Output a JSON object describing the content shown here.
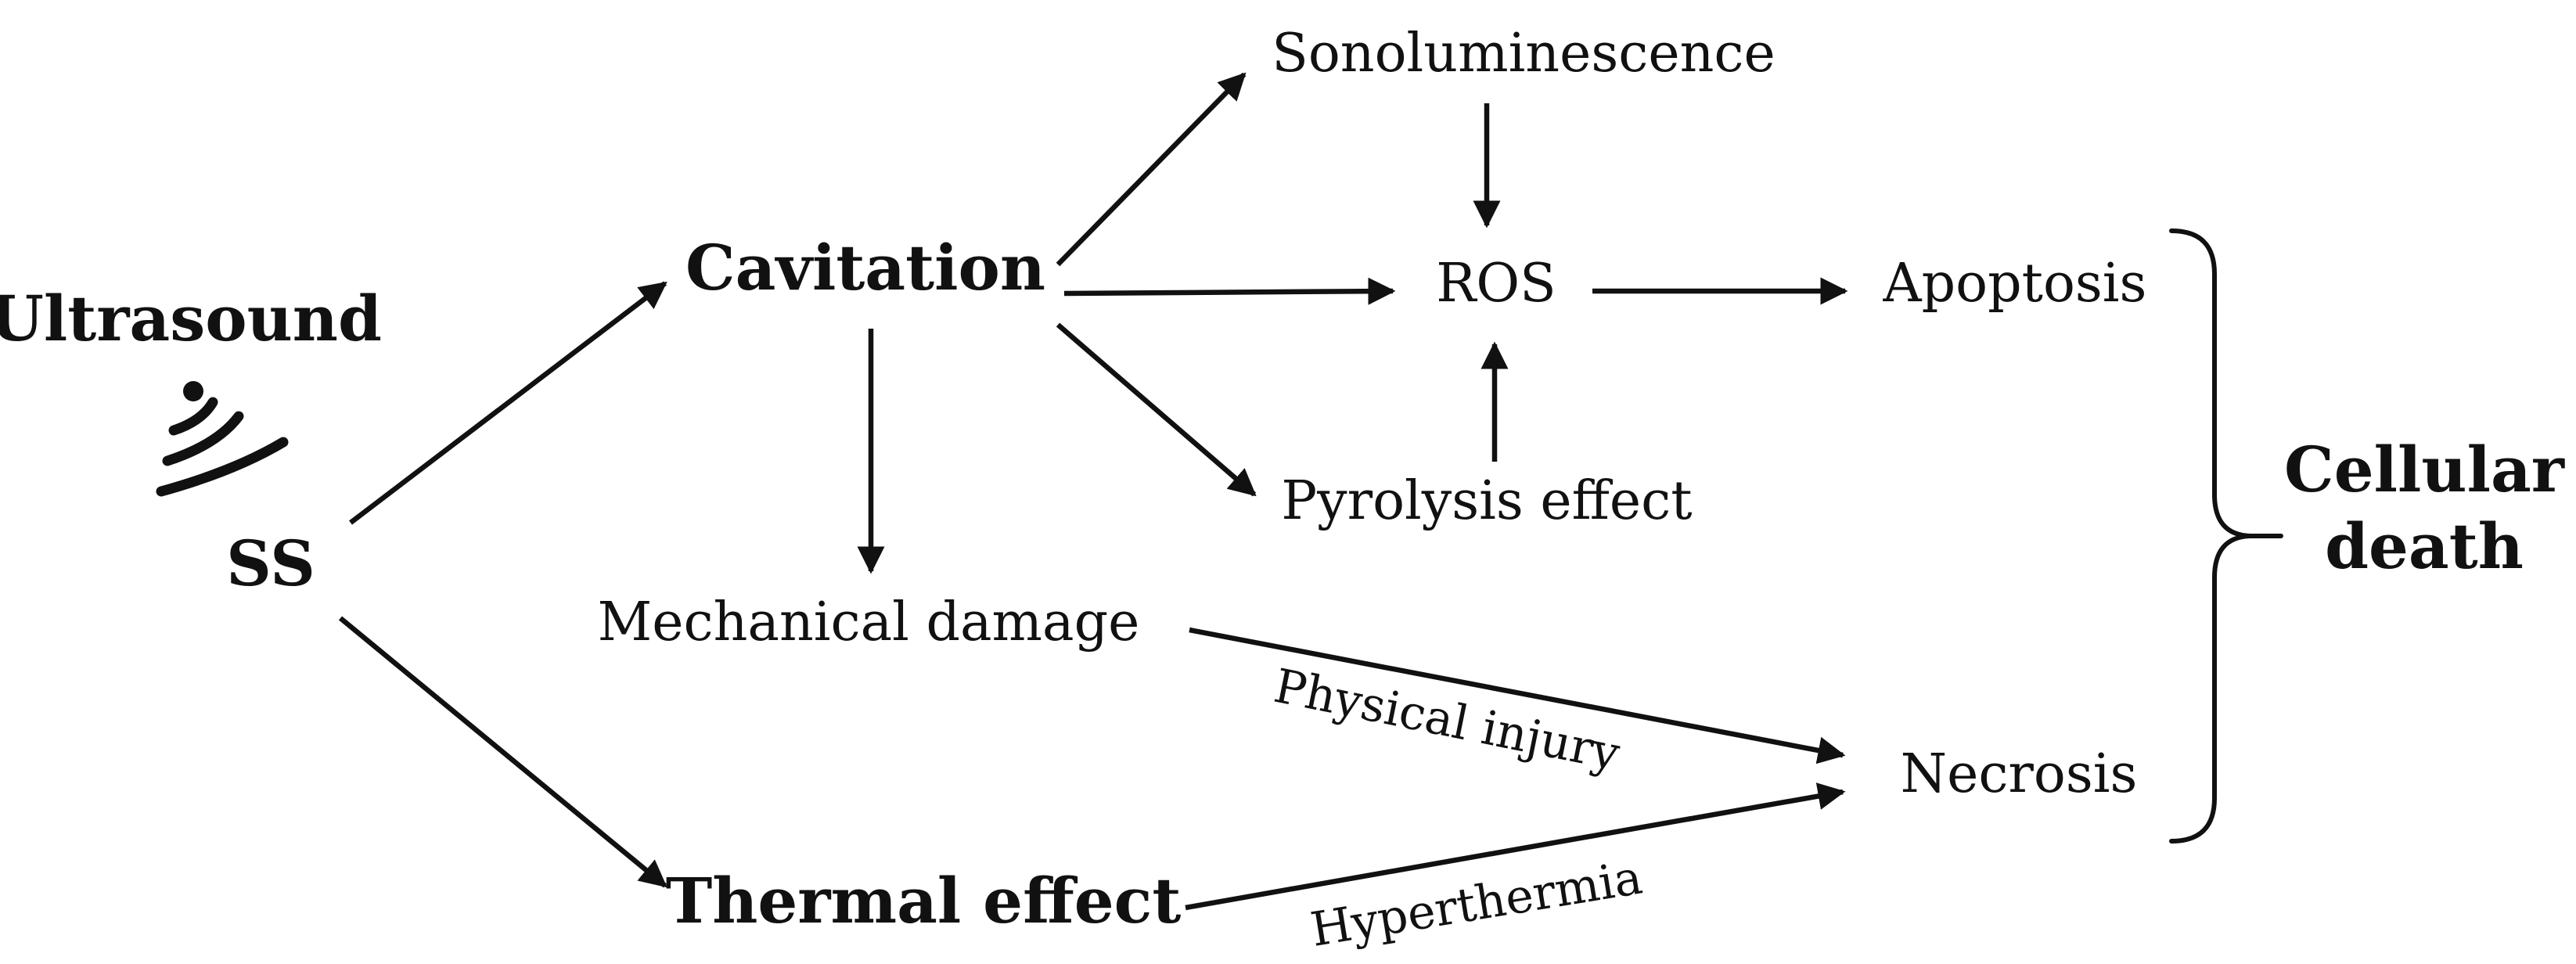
{
  "nodes": {
    "ultrasound": "Ultrasound",
    "ss": "SS",
    "cavitation": "Cavitation",
    "thermal_effect": "Thermal effect",
    "sonoluminescence": "Sonoluminescence",
    "ros": "ROS",
    "pyrolysis_effect": "Pyrolysis effect",
    "mechanical_damage": "Mechanical damage",
    "apoptosis": "Apoptosis",
    "necrosis": "Necrosis",
    "cellular_death_line1": "Cellular",
    "cellular_death_line2": "death"
  },
  "edge_labels": {
    "physical_injury": "Physical injury",
    "hyperthermia": "Hyperthermia"
  },
  "icons": {
    "ultrasound": "ultrasound-wave-icon"
  },
  "colors": {
    "ink": "#111111",
    "background": "#ffffff"
  }
}
